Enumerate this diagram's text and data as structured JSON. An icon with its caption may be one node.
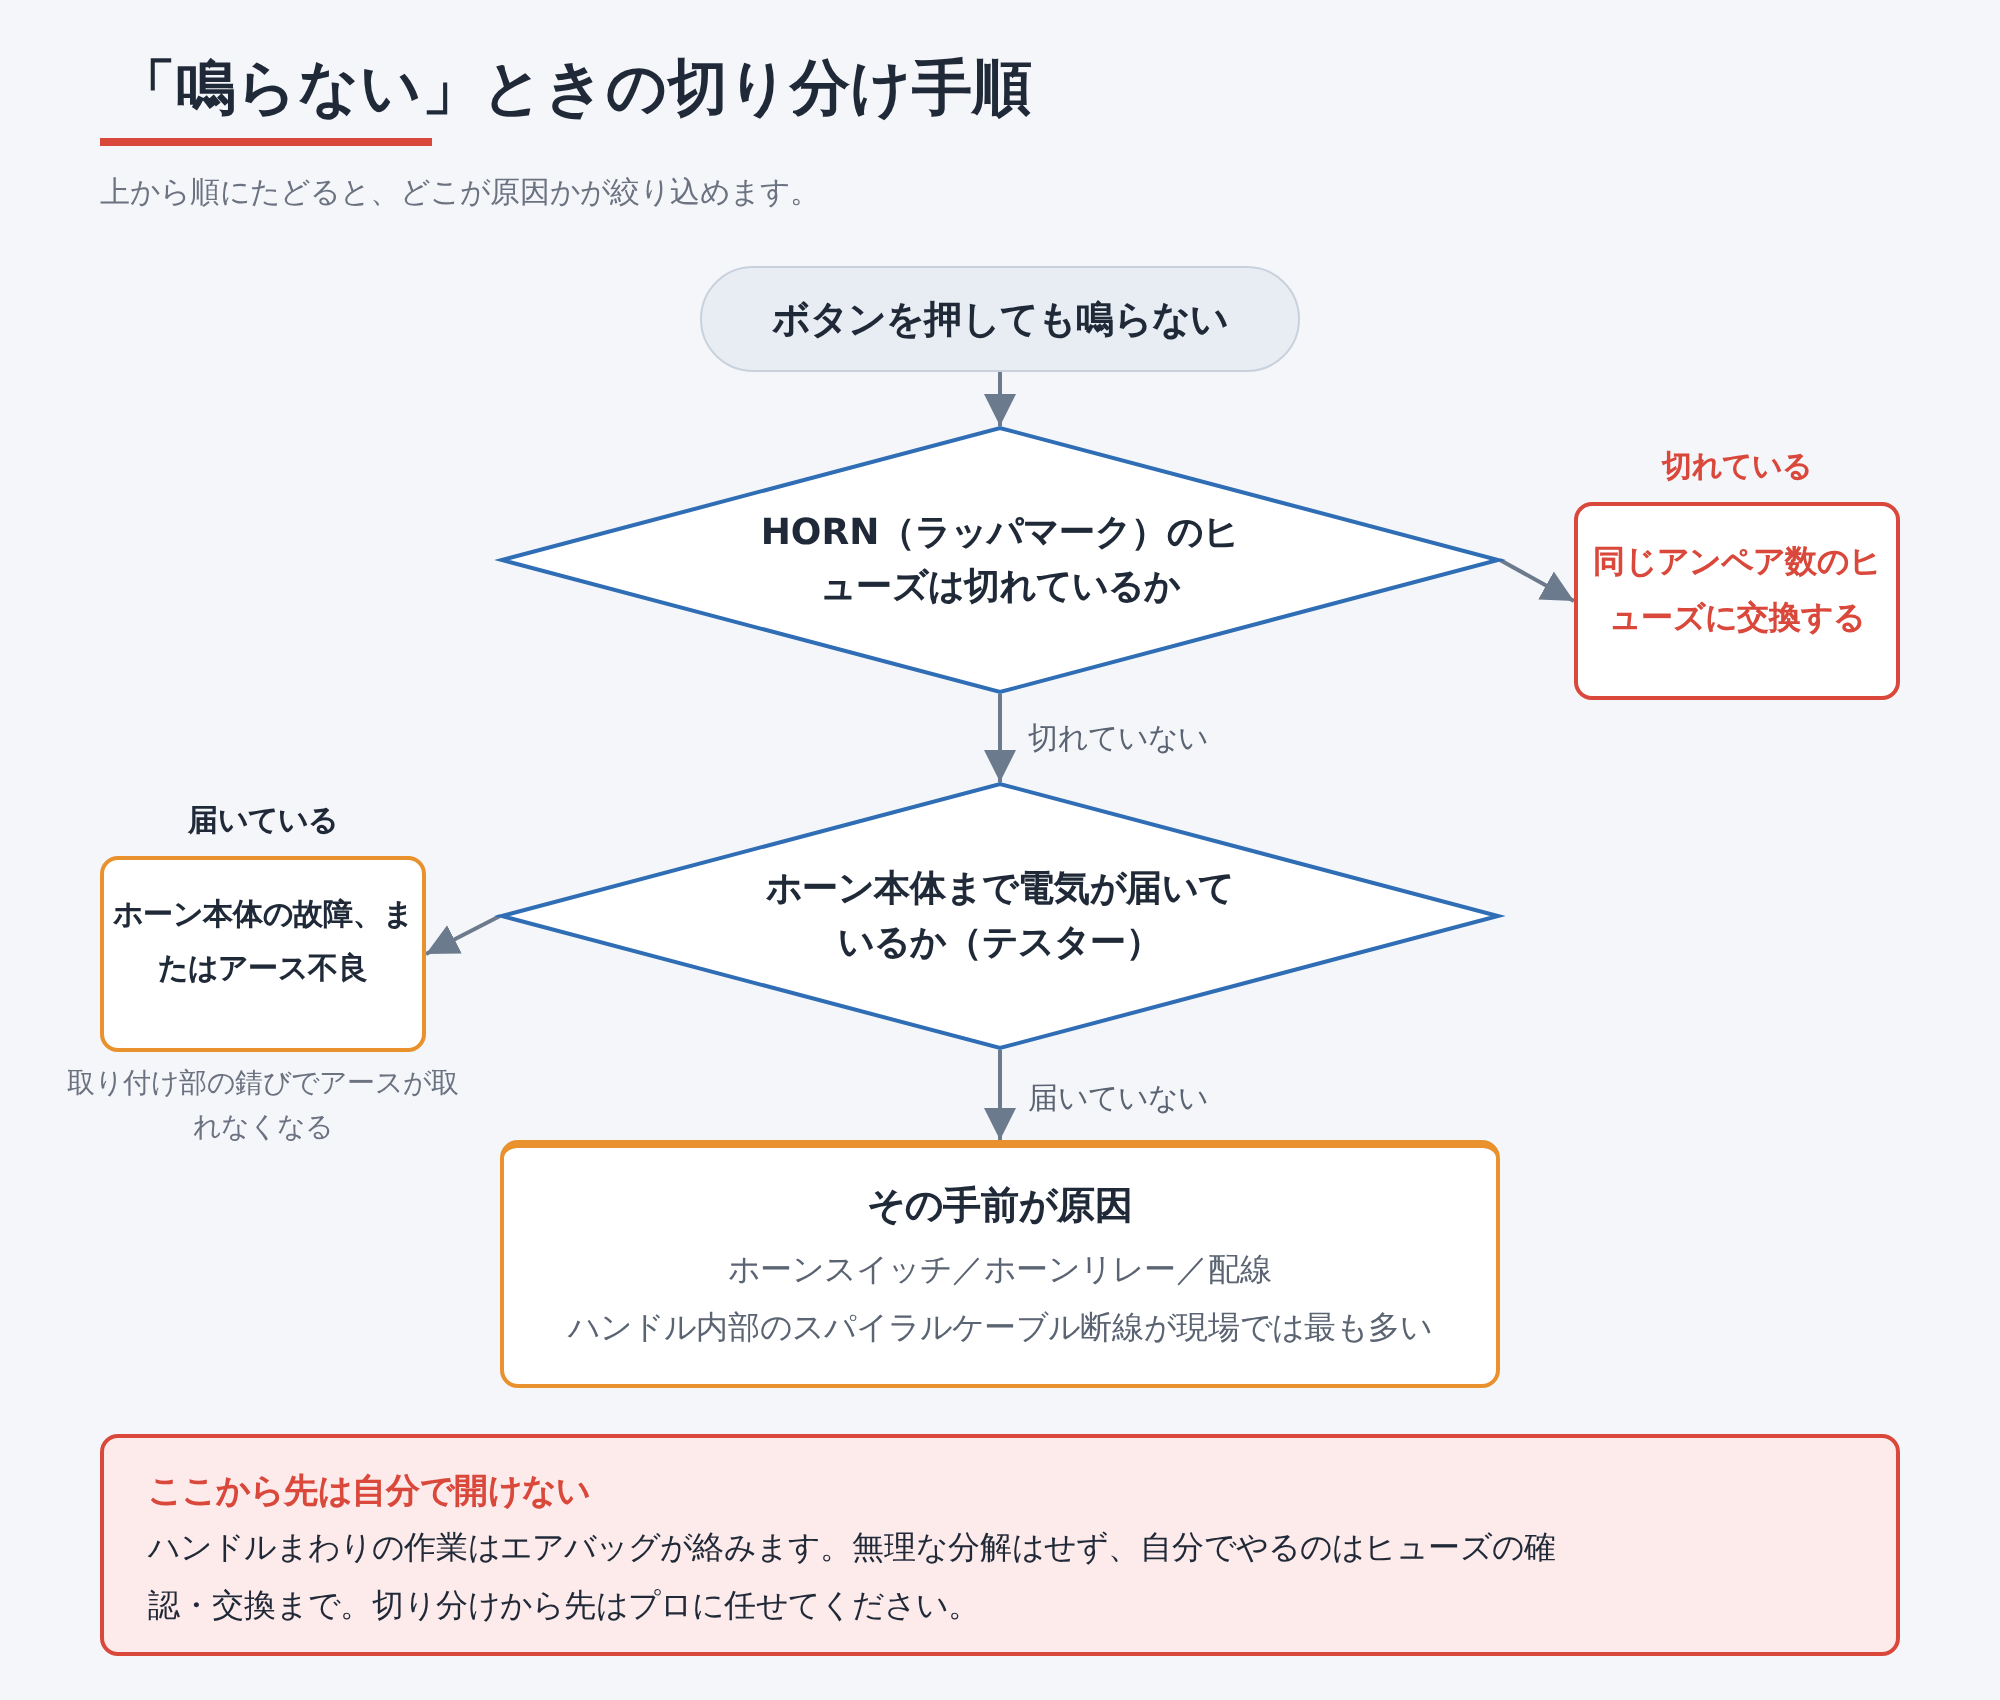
{
  "diagram": {
    "title": "「鳴らない」ときの切り分け手順",
    "nodes": [
      {
        "text": [
          "ボタンを押しても鳴らない"
        ]
      },
      {
        "text": [
          "HORN（ラッパマーク）のヒューズは切れているか"
        ]
      },
      {
        "text": [
          "同じアンペア数のヒューズに交換する"
        ]
      },
      {
        "text": [
          "ホーン本体まで電気が届いているか（テスター）"
        ]
      },
      {
        "text": [
          "ホーン本体の故障、またはアース不良"
        ],
        "beside": [
          "取り付け部の錆びでアースが取れなくなる"
        ]
      },
      {
        "text": [
          "その手前が原因",
          "ホーンスイッチ／ホーンリレー／配線",
          "ハンドル内部のスパイラルケーブル断線が現場では最も多い"
        ]
      },
      {
        "text": [
          "ここから先は自分で開けない",
          "ハンドルまわりの作業はエアバッグが絡みます。無理な分解はせず、自分でやるのはヒューズの確認・交換まで。切り分けから先はプロに任せてください。"
        ]
      }
    ],
    "edges": [
      {
        "from": 0,
        "to": 1,
        "arrow": "to"
      },
      {
        "from": 1,
        "to": 2,
        "arrow": "to",
        "label": "切れている"
      },
      {
        "from": 1,
        "to": 3,
        "arrow": "to",
        "label": "切れていない"
      },
      {
        "from": 3,
        "to": 4,
        "arrow": "to",
        "label": "届いている"
      },
      {
        "from": 3,
        "to": 5,
        "arrow": "to",
        "label": "届いていない"
      }
    ],
    "labels": [
      "上から順にたどると、どこが原因かが絞り込めます。"
    ]
  }
}
